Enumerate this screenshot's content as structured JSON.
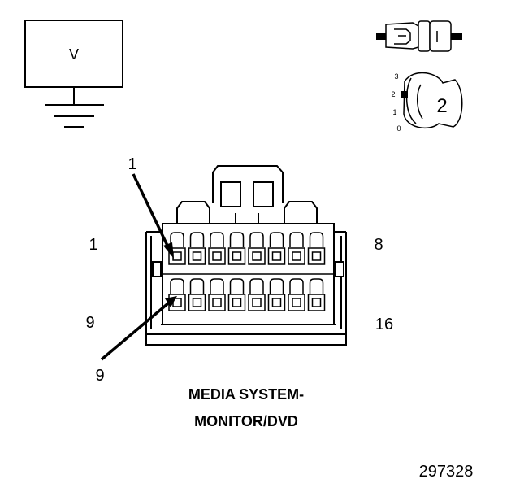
{
  "voltmeter": {
    "symbol": "V"
  },
  "selector": {
    "positions": [
      "3",
      "2",
      "1",
      "0"
    ],
    "setting": "2"
  },
  "connector": {
    "title_line1": "MEDIA SYSTEM-",
    "title_line2": "MONITOR/DVD",
    "row1_first": "1",
    "row1_last": "8",
    "row2_first": "9",
    "row2_last": "16",
    "callout_top": "1",
    "callout_bottom": "9",
    "cavities_per_row": 8
  },
  "figure_number": "297328",
  "colors": {
    "ink": "#000000",
    "fill": "#ffffff"
  }
}
